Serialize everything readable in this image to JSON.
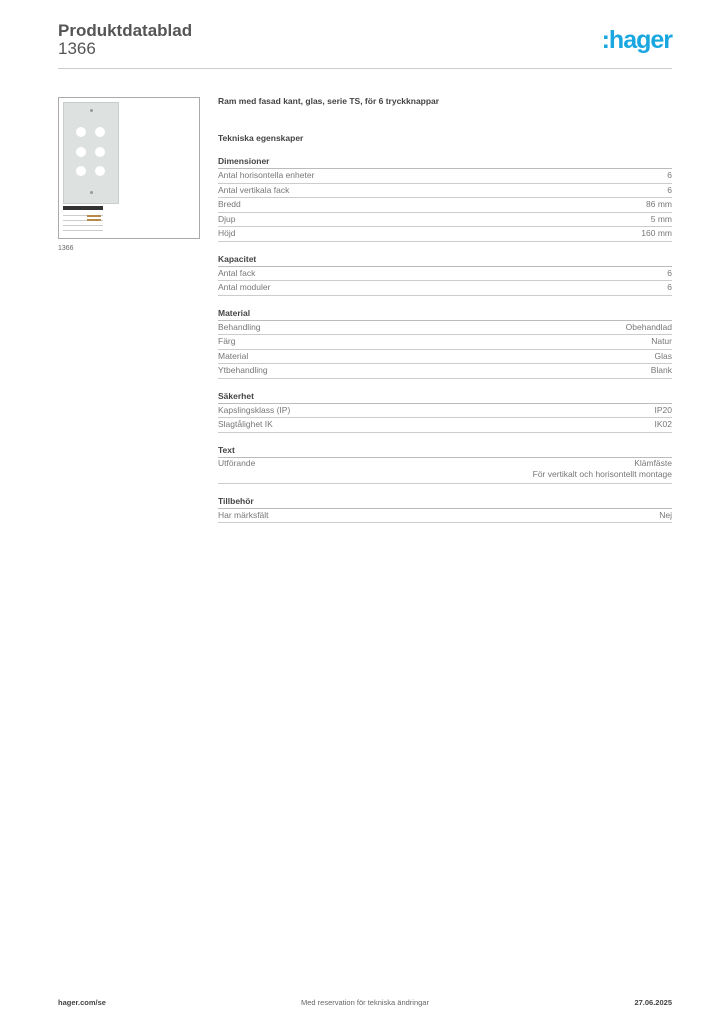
{
  "header": {
    "title": "Produktdatablad",
    "code": "1366",
    "logo": ":hager",
    "logo_color": "#19a7e0"
  },
  "image": {
    "caption": "1366"
  },
  "product": {
    "name": "Ram med fasad kant, glas, serie TS, för 6 tryckknappar",
    "tech_heading": "Tekniska egenskaper"
  },
  "sections": [
    {
      "title": "Dimensioner",
      "rows": [
        {
          "label": "Antal horisontella enheter",
          "value": "6"
        },
        {
          "label": "Antal vertikala fack",
          "value": "6"
        },
        {
          "label": "Bredd",
          "value": "86 mm"
        },
        {
          "label": "Djup",
          "value": "5 mm"
        },
        {
          "label": "Höjd",
          "value": "160 mm"
        }
      ]
    },
    {
      "title": "Kapacitet",
      "rows": [
        {
          "label": "Antal fack",
          "value": "6"
        },
        {
          "label": "Antal moduler",
          "value": "6"
        }
      ]
    },
    {
      "title": "Material",
      "rows": [
        {
          "label": "Behandling",
          "value": "Obehandlad"
        },
        {
          "label": "Färg",
          "value": "Natur"
        },
        {
          "label": "Material",
          "value": "Glas"
        },
        {
          "label": "Ytbehandling",
          "value": "Blank"
        }
      ]
    },
    {
      "title": "Säkerhet",
      "rows": [
        {
          "label": "Kapslingsklass (IP)",
          "value": "IP20"
        },
        {
          "label": "Slagtålighet IK",
          "value": "IK02"
        }
      ]
    },
    {
      "title": "Text",
      "rows": [
        {
          "label": "Utförande",
          "value": "Klämfäste",
          "value2": "För vertikalt och horisontellt montage"
        }
      ]
    },
    {
      "title": "Tillbehör",
      "rows": [
        {
          "label": "Har märksfält",
          "value": "Nej"
        }
      ]
    }
  ],
  "footer": {
    "website": "hager.com/se",
    "note": "Med reservation för tekniska ändringar",
    "date": "27.06.2025"
  }
}
